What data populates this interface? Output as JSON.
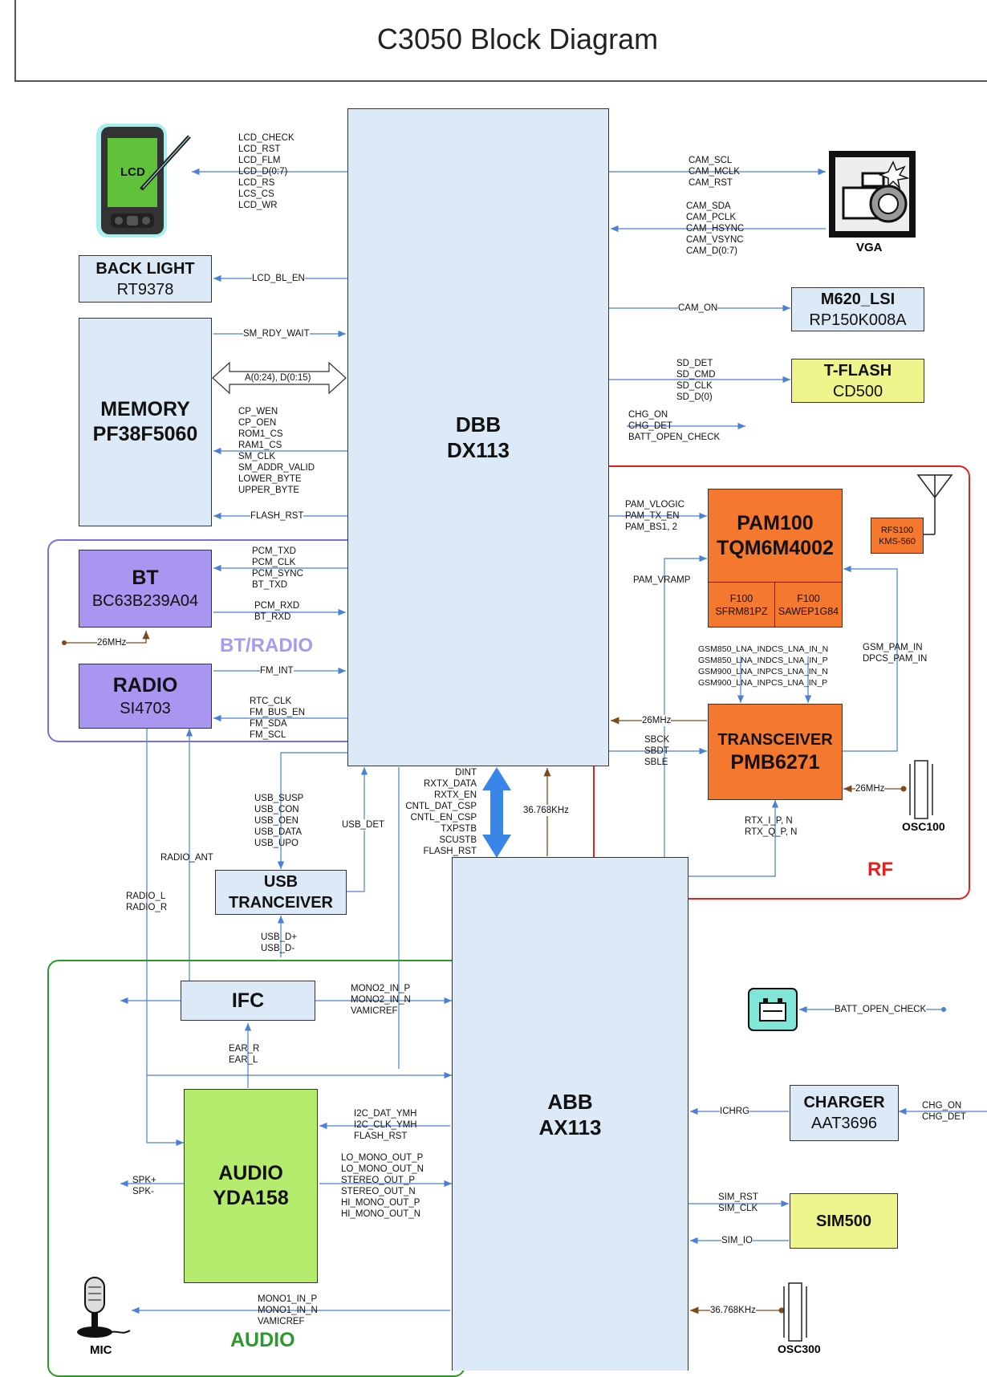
{
  "title": "C3050 Block Diagram",
  "blocks": {
    "dbb": {
      "l1": "DBB",
      "l2": "DX113"
    },
    "abb": {
      "l1": "ABB",
      "l2": "AX113"
    },
    "backlight": {
      "l1": "BACK LIGHT",
      "l2": "RT9378"
    },
    "memory": {
      "l1": "MEMORY",
      "l2": "PF38F5060"
    },
    "bt": {
      "l1": "BT",
      "l2": "BC63B239A04"
    },
    "radio": {
      "l1": "RADIO",
      "l2": "SI4703"
    },
    "usb": {
      "l1": "USB",
      "l2": "TRANCEIVER"
    },
    "ifc": {
      "l1": "IFC"
    },
    "audio": {
      "l1": "AUDIO",
      "l2": "YDA158"
    },
    "m620": {
      "l1": "M620_LSI",
      "l2": "RP150K008A"
    },
    "tflash": {
      "l1": "T-FLASH",
      "l2": "CD500"
    },
    "pam": {
      "l1": "PAM100",
      "l2": "TQM6M4002"
    },
    "rfs": {
      "l1": "RFS100",
      "l2": "KMS-560"
    },
    "f100a": {
      "l1": "F100",
      "l2": "SFRM81PZ"
    },
    "f100b": {
      "l1": "F100",
      "l2": "SAWEP1G84"
    },
    "trx": {
      "l1": "TRANSCEIVER",
      "l2": "PMB6271"
    },
    "charger": {
      "l1": "CHARGER",
      "l2": "AAT3696"
    },
    "sim": {
      "l1": "SIM500"
    }
  },
  "groups": {
    "bt_radio": "BT/RADIO",
    "rf": "RF",
    "audio": "AUDIO"
  },
  "icons": {
    "lcd": {
      "name": "pda-lcd-icon",
      "label": "LCD"
    },
    "vga": {
      "name": "camera-icon",
      "label": "VGA"
    },
    "battery": {
      "name": "battery-icon"
    },
    "mic": {
      "name": "microphone-icon",
      "label": "MIC"
    },
    "antenna": {
      "name": "antenna-icon"
    },
    "osc100": {
      "name": "crystal-oscillator-icon",
      "label": "OSC100"
    },
    "osc300": {
      "name": "crystal-oscillator-icon",
      "label": "OSC300"
    }
  },
  "signals": {
    "lcd": "LCD_CHECK\nLCD_RST\nLCD_FLM\nLCD_D(0:7)\nLCD_RS\nLCS_CS\nLCD_WR",
    "lcd_bl": "LCD_BL_EN",
    "sm_rdy": "SM_RDY_WAIT",
    "addr": "A(0:24), D(0:15)",
    "mem_ctrl": "CP_WEN\nCP_OEN\nROM1_CS\nRAM1_CS\nSM_CLK\nSM_ADDR_VALID\nLOWER_BYTE\nUPPER_BYTE",
    "flash_rst": "FLASH_RST",
    "pcm_tx": "PCM_TXD\nPCM_CLK\nPCM_SYNC\nBT_TXD",
    "pcm_rx": "PCM_RXD\nBT_RXD",
    "bt_clk": "26MHz",
    "fm_int": "FM_INT",
    "fm_bus": "RTC_CLK\nFM_BUS_EN\nFM_SDA\nFM_SCL",
    "cam_ctrl": "CAM_SCL\nCAM_MCLK\nCAM_RST",
    "cam_data": "CAM_SDA\nCAM_PCLK\nCAM_HSYNC\nCAM_VSYNC\nCAM_D(0:7)",
    "cam_on": "CAM_ON",
    "sd": "SD_DET\nSD_CMD\nSD_CLK\nSD_D(0)",
    "chg": "CHG_ON\nCHG_DET\nBATT_OPEN_CHECK",
    "pam_ctrl": "PAM_VLOGIC\nPAM_TX_EN\nPAM_BS1, 2",
    "pam_vramp": "PAM_VRAMP",
    "lna": "GSM850_LNA_INDCS_LNA_IN_N\nGSM850_LNA_INDCS_LNA_IN_P\nGSM900_LNA_INPCS_LNA_IN_N\nGSM900_LNA_INPCS_LNA_IN_P",
    "gsm_pam": "GSM_PAM_IN\nDPCS_PAM_IN",
    "trx_clk": "26MHz",
    "sb": "SBCK\nSBDT\nSBLE",
    "osc_26": "26MHz",
    "rtx": "RTX_I_P, N\nRTX_Q_P, N",
    "dbb_abb": "DINT\nRXTX_DATA\nRXTX_EN\nCNTL_DAT_CSP\nCNTL_EN_CSP\nTXPSTB\nSCUSTB\nFLASH_RST",
    "khz": "36.768KHz",
    "usb_ctrl": "USB_SUSP\nUSB_CON\nUSB_OEN\nUSB_DATA\nUSB_UPO",
    "usb_det": "USB_DET",
    "usb_d": "USB_D+\nUSB_D-",
    "radio_ant": "RADIO_ANT",
    "radio_lr": "RADIO_L\nRADIO_R",
    "mono2": "MONO2_IN_P\nMONO2_IN_N\nVAMICREF",
    "ear": "EAR_R\nEAR_L",
    "i2c": "I2C_DAT_YMH\nI2C_CLK_YMH\nFLASH_RST",
    "audio_out": "LO_MONO_OUT_P\nLO_MONO_OUT_N\nSTEREO_OUT_P\nSTEREO_OUT_N\nHI_MONO_OUT_P\nHI_MONO_OUT_N",
    "spk": "SPK+\nSPK-",
    "mono1": "MONO1_IN_P\nMONO1_IN_N\nVAMICREF",
    "batt_check": "BATT_OPEN_CHECK",
    "ichrg": "ICHRG",
    "chg_in": "CHG_ON\nCHG_DET",
    "sim_ctrl": "SIM_RST\nSIM_CLK",
    "sim_io": "SIM_IO",
    "osc300_clk": "36.768KHz"
  },
  "colors": {
    "wire": "#4a7fd8",
    "clock": "#7a4a1a",
    "bt_radio_group": "#7c6fe0",
    "rf_group": "#e62020",
    "audio_group": "#2a9a2a",
    "bus_arrow": "#3a86e8"
  }
}
